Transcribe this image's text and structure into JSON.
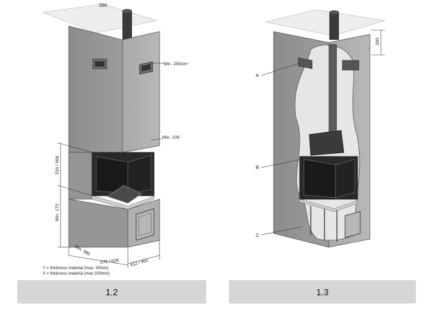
{
  "figure_left": {
    "caption": "1.2",
    "labels": {
      "vent": "Min. 200cm²",
      "side_gap": "Min. 108",
      "opening_height": "516 / 666",
      "base_height": "Min. 170",
      "front_depth": "Min. 386",
      "width": "578 / 628",
      "side_depth": "412 / 462",
      "top_dim": "390"
    },
    "legend": [
      "Y = thickness material (max. 50mm)",
      "X = thickness material (max.100mm)"
    ]
  },
  "figure_right": {
    "caption": "1.3",
    "labels": {
      "top_dim": "300",
      "A": "A",
      "B": "B",
      "C": "C"
    }
  }
}
